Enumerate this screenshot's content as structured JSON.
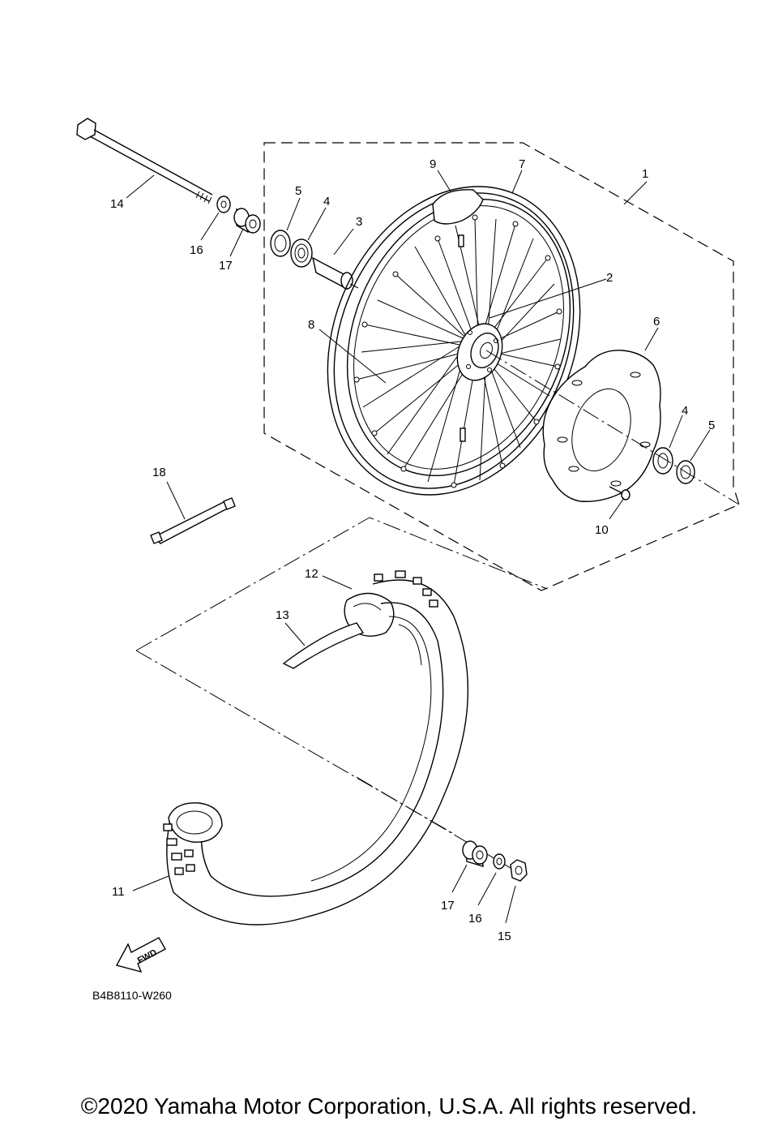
{
  "diagram": {
    "callouts": [
      {
        "id": "c1",
        "label": "1"
      },
      {
        "id": "c2",
        "label": "2"
      },
      {
        "id": "c3",
        "label": "3"
      },
      {
        "id": "c4a",
        "label": "4"
      },
      {
        "id": "c4b",
        "label": "4"
      },
      {
        "id": "c5a",
        "label": "5"
      },
      {
        "id": "c5b",
        "label": "5"
      },
      {
        "id": "c6",
        "label": "6"
      },
      {
        "id": "c7",
        "label": "7"
      },
      {
        "id": "c8",
        "label": "8"
      },
      {
        "id": "c9",
        "label": "9"
      },
      {
        "id": "c10",
        "label": "10"
      },
      {
        "id": "c11",
        "label": "11"
      },
      {
        "id": "c12",
        "label": "12"
      },
      {
        "id": "c13",
        "label": "13"
      },
      {
        "id": "c14",
        "label": "14"
      },
      {
        "id": "c15",
        "label": "15"
      },
      {
        "id": "c16a",
        "label": "16"
      },
      {
        "id": "c16b",
        "label": "16"
      },
      {
        "id": "c17a",
        "label": "17"
      },
      {
        "id": "c17b",
        "label": "17"
      },
      {
        "id": "c18",
        "label": "18"
      }
    ],
    "fwd_label": "FWD",
    "drawing_code": "B4B8110-W260"
  },
  "footer": {
    "copyright": "©2020 Yamaha Motor Corporation, U.S.A. All rights reserved."
  }
}
